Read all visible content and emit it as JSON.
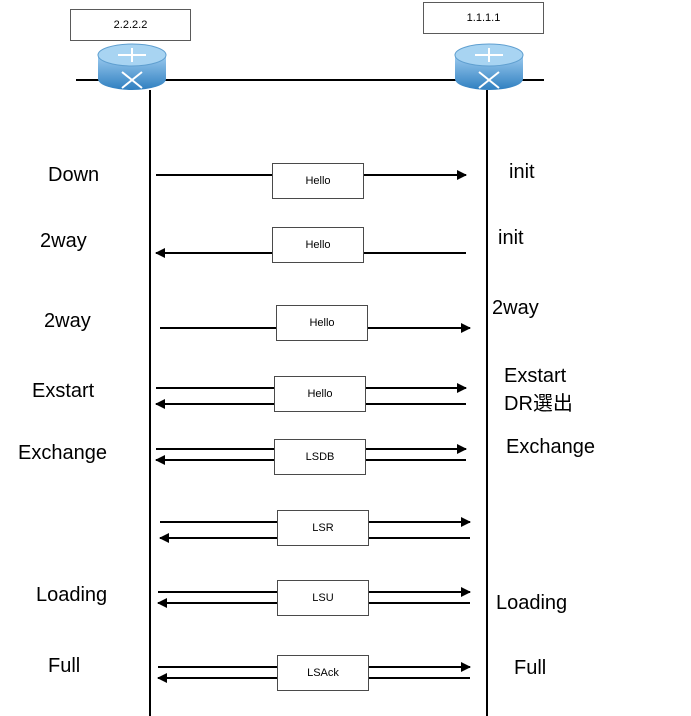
{
  "routers": {
    "left": {
      "label": "2.2.2.2",
      "icon": "router-icon"
    },
    "right": {
      "label": "1.1.1.1",
      "icon": "router-icon"
    }
  },
  "messages": [
    {
      "label": "Hello",
      "direction": "right",
      "left_state": "Down",
      "right_state": "init"
    },
    {
      "label": "Hello",
      "direction": "left",
      "left_state": "2way",
      "right_state": "init"
    },
    {
      "label": "Hello",
      "direction": "right",
      "left_state": "2way",
      "right_state": "2way"
    },
    {
      "label": "Hello",
      "direction": "both",
      "left_state": "Exstart",
      "right_state": "Exstart",
      "right_state_2": "DR選出"
    },
    {
      "label": "LSDB",
      "direction": "both",
      "left_state": "Exchange",
      "right_state": "Exchange"
    },
    {
      "label": "LSR",
      "direction": "both",
      "left_state": "",
      "right_state": ""
    },
    {
      "label": "LSU",
      "direction": "both",
      "left_state": "Loading",
      "right_state": "Loading"
    },
    {
      "label": "LSAck",
      "direction": "both",
      "left_state": "Full",
      "right_state": "Full"
    }
  ],
  "colors": {
    "line": "#000000",
    "router_top": "#7fb8e6",
    "router_body": "#3d8cc9"
  }
}
